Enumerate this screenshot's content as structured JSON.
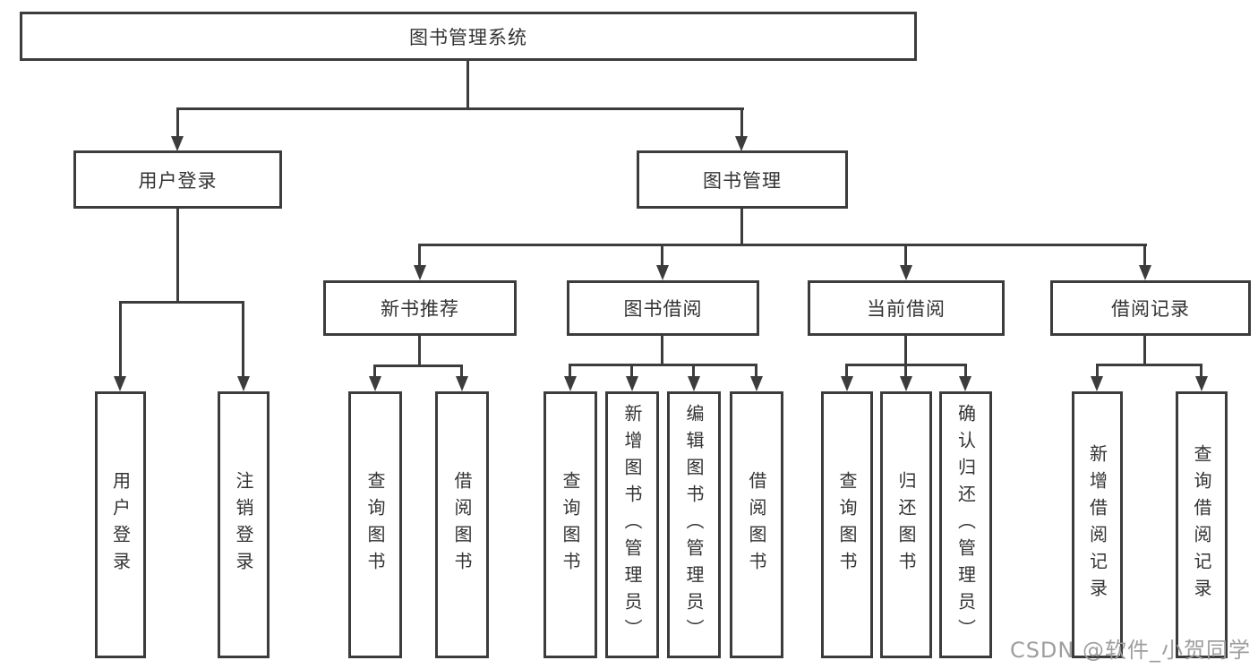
{
  "diagram": {
    "type": "hierarchy-flowchart",
    "colors": {
      "line": "#3c3c3c",
      "text": "#333333",
      "background": "#ffffff",
      "watermark": "#9e9e9e"
    },
    "watermark": {
      "text": "CSDN @软件_小贺同学"
    },
    "tree": {
      "label": "图书管理系统",
      "children": [
        {
          "label": "用户登录",
          "children": [
            {
              "label": "用户登录"
            },
            {
              "label": "注销登录"
            }
          ]
        },
        {
          "label": "图书管理",
          "children": [
            {
              "label": "新书推荐",
              "children": [
                {
                  "label": "查询图书"
                },
                {
                  "label": "借阅图书"
                }
              ]
            },
            {
              "label": "图书借阅",
              "children": [
                {
                  "label": "查询图书"
                },
                {
                  "label": "新增图书（管理员）"
                },
                {
                  "label": "编辑图书（管理员）"
                },
                {
                  "label": "借阅图书"
                }
              ]
            },
            {
              "label": "当前借阅",
              "children": [
                {
                  "label": "查询图书"
                },
                {
                  "label": "归还图书"
                },
                {
                  "label": "确认归还（管理员）"
                }
              ]
            },
            {
              "label": "借阅记录",
              "children": [
                {
                  "label": "新增借阅记录"
                },
                {
                  "label": "查询借阅记录"
                }
              ]
            }
          ]
        }
      ]
    }
  }
}
